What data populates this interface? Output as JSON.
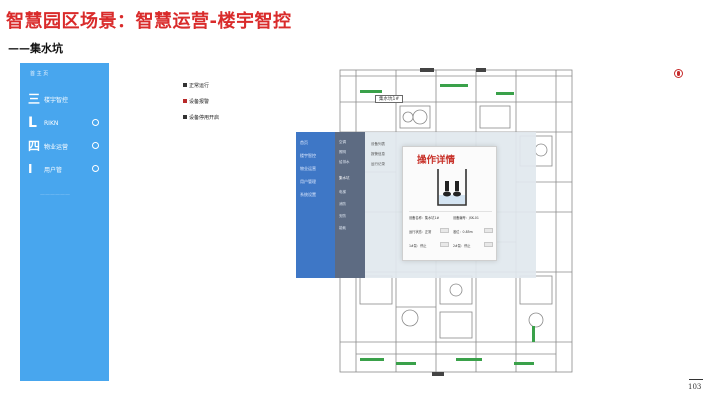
{
  "slide": {
    "title": "智慧园区场景：智慧运营-楼宇智控",
    "subtitle": "——集水坑",
    "page_number": "103"
  },
  "sidebar": {
    "home": "首 主 页",
    "items": [
      {
        "glyph": "三",
        "label": "楼宇智控",
        "has_circle": false
      },
      {
        "glyph": "L",
        "label": "RIKN",
        "has_circle": true
      },
      {
        "glyph": "四",
        "label": "物业运营",
        "has_circle": true
      },
      {
        "glyph": "I",
        "label": "用户管",
        "has_circle": true
      }
    ],
    "faded_item": "——————"
  },
  "legend": {
    "items": [
      {
        "label": "正常运行",
        "color": "#333333"
      },
      {
        "label": "设备报警",
        "color": "#b82a2a"
      },
      {
        "label": "设备停用开启",
        "color": "#333333"
      }
    ]
  },
  "floorplan": {
    "tag": "集水坑1#"
  },
  "overlay": {
    "sidebar_items": [
      "首页",
      "楼宇智控",
      "物业运营",
      "用户管理",
      "系统设置"
    ],
    "submenu_items": [
      "空调",
      "照明",
      "给排水",
      "集水坑",
      "电梯",
      "消防",
      "安防",
      "能耗"
    ],
    "active_submenu_index": 3,
    "main_menu": [
      "设备列表",
      "报警信息",
      "运行记录"
    ]
  },
  "dialog": {
    "title": "操作详情",
    "rows": [
      {
        "left": "设备名称：集水坑1#",
        "right": "设备编号：JSK-01"
      },
      {
        "left": "运行状态：正常",
        "right": "液位：0.85m"
      },
      {
        "left": "1#泵：停止",
        "right": "2#泵：停止"
      }
    ]
  },
  "colors": {
    "title_red": "#d92b2b",
    "sidebar_blue": "#48a6ee",
    "overlay_blue": "#3e77c6",
    "floorplan_green": "#3aa14a"
  }
}
